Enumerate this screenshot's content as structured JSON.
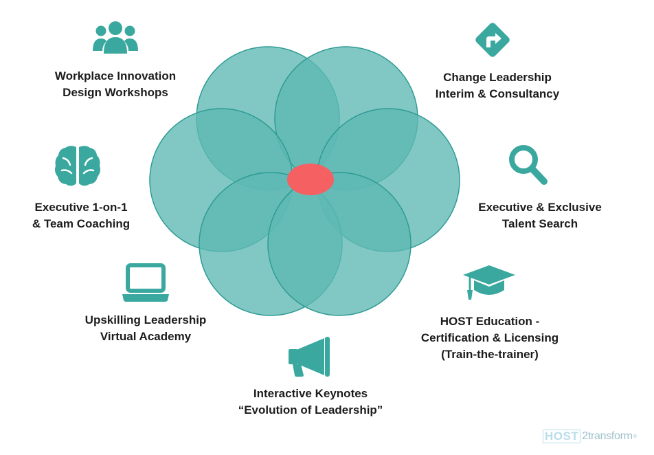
{
  "colors": {
    "teal": "#3aa89f",
    "petal_fill": "#5eb8b3",
    "petal_stroke": "#2e9b93",
    "center": "#f56063",
    "text": "#1c1c1c"
  },
  "services": [
    {
      "icon": "people-group-icon",
      "lines": [
        "Workplace Innovation",
        "Design Workshops"
      ]
    },
    {
      "icon": "turn-right-sign-icon",
      "lines": [
        "Change Leadership",
        "Interim & Consultancy"
      ]
    },
    {
      "icon": "brain-icon",
      "lines": [
        "Executive 1-on-1",
        "& Team Coaching"
      ]
    },
    {
      "icon": "magnifier-search-icon",
      "lines": [
        "Executive & Exclusive",
        "Talent Search"
      ]
    },
    {
      "icon": "laptop-icon",
      "lines": [
        "Upskilling Leadership",
        "Virtual Academy"
      ]
    },
    {
      "icon": "graduation-cap-icon",
      "lines": [
        "HOST Education -",
        "Certification & Licensing",
        "(Train-the-trainer)"
      ]
    },
    {
      "icon": "megaphone-icon",
      "lines": [
        "Interactive Keynotes",
        "“Evolution of Leadership”"
      ]
    }
  ],
  "logo": {
    "host": "HOST",
    "rest": "2transform",
    "reg": "®"
  }
}
